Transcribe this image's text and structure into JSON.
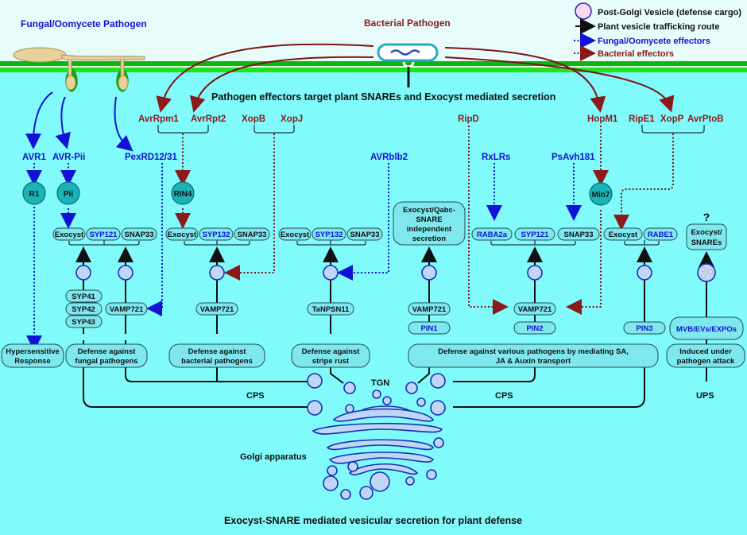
{
  "header": {
    "fungal_title": "Fungal/Oomycete Pathogen",
    "bacterial_title": "Bacterial Pathogen",
    "main_heading": "Pathogen effectors target plant SNAREs and Exocyst mediated secretion",
    "footer_title": "Exocyst-SNARE mediated vesicular secretion for plant defense"
  },
  "legend": {
    "items": [
      {
        "icon": "vesicle-circle-icon",
        "label": "Post-Golgi Vesicle (defense cargo)",
        "color": "#F8D8F0"
      },
      {
        "icon": "solid-arrow-icon",
        "label": "Plant vesicle trafficking route",
        "color": "#111111"
      },
      {
        "icon": "blue-dotted-arrow-icon",
        "label": "Fungal/Oomycete effectors",
        "color": "#1212D6"
      },
      {
        "icon": "red-dotted-arrow-icon",
        "label": "Bacterial effectors",
        "color": "#8B1A1A"
      }
    ]
  },
  "colors": {
    "cytoplasm": "#80FAFA",
    "exterior": "#E8FCFC",
    "membrane": "#19C819",
    "fungal": "#1212D6",
    "bacterial": "#8B1A1A",
    "node": "#19B3B8",
    "vesicle": "#BFD6F6"
  },
  "fungal_effectors": [
    "AVR1",
    "AVR-Pii",
    "PexRD12/31",
    "AVRblb2",
    "RxLRs",
    "PsAvh181"
  ],
  "bacterial_effectors": [
    "AvrRpm1",
    "AvrRpt2",
    "XopB",
    "XopJ",
    "RipD",
    "HopM1",
    "RipE1",
    "XopP",
    "AvrPtoB"
  ],
  "resistance_nodes": [
    "R1",
    "Pii",
    "RIN4",
    "Min7"
  ],
  "complexes": {
    "c1": [
      "Exocyst",
      "SYP121",
      "SNAP33"
    ],
    "c2": [
      "Exocyst",
      "SYP132",
      "SNAP33"
    ],
    "c3": [
      "Exocyst",
      "SYP132",
      "SNAP33"
    ],
    "c4": "Exocyst/Qabc-SNARE independent secretion",
    "c5": [
      "RABA2a",
      "SYP121",
      "SNAP33"
    ],
    "c6": [
      "Exocyst",
      "RABE1"
    ],
    "c7": "Exocyst/ SNAREs",
    "c7_question": "?"
  },
  "cargo": {
    "syp_stack": [
      "SYP41",
      "SYP42",
      "SYP43"
    ],
    "vamp_a": "VAMP721",
    "vamp_b": "VAMP721",
    "tanpsn": "TaNPSN11",
    "vamp_c": "VAMP721",
    "pin1": "PIN1",
    "vamp_d": "VAMP721",
    "pin2": "PIN2",
    "pin3": "PIN3",
    "mvb": "MVB/EVs/EXPOs"
  },
  "outcomes": {
    "hr": "Hypersensitive Response",
    "fungal": "Defense against fungal pathogens",
    "bacterial": "Defense against bacterial pathogens",
    "rust": "Defense against stripe rust",
    "various": "Defense against various pathogens by mediating SA, JA & Auxin transport",
    "induced": "Induced under pathogen attack"
  },
  "routes": {
    "cps_left": "CPS",
    "cps_right": "CPS",
    "ups": "UPS",
    "tgn": "TGN",
    "golgi": "Golgi apparatus"
  }
}
